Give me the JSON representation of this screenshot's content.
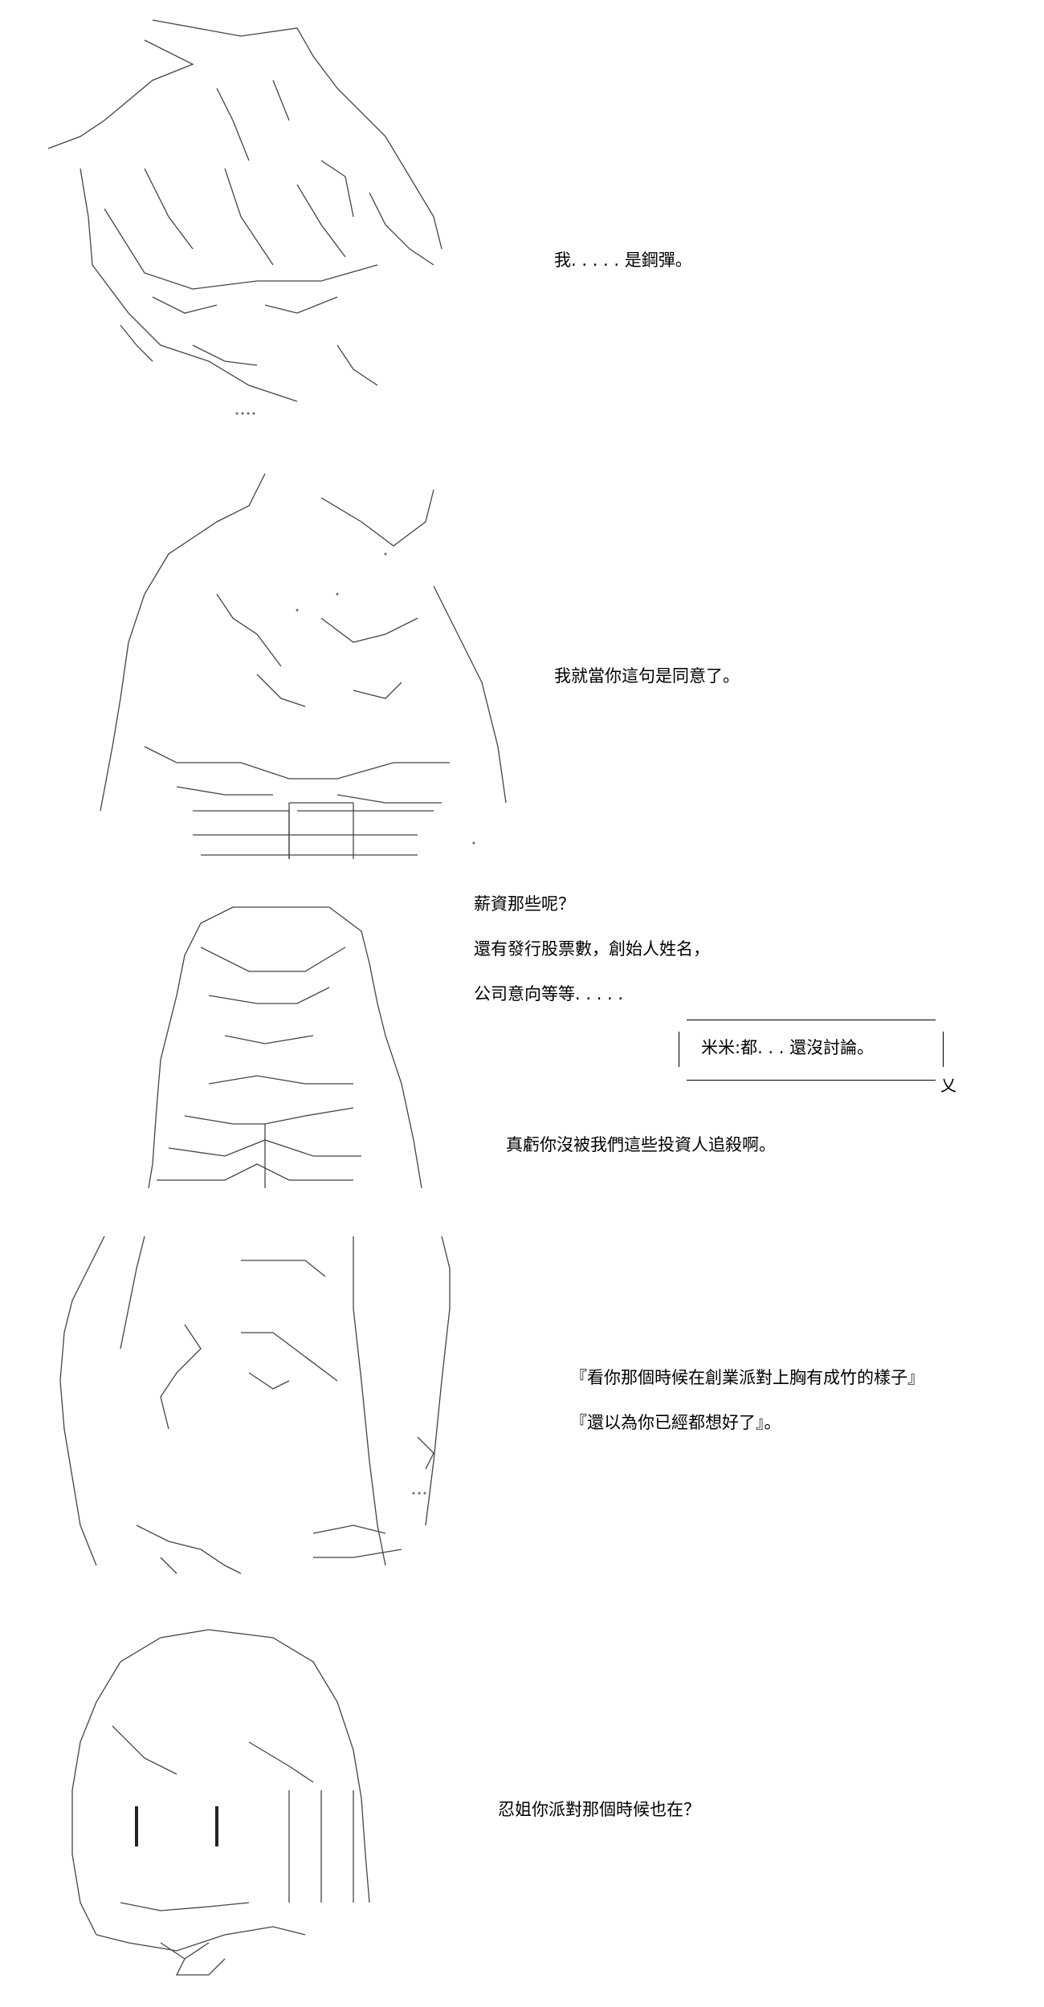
{
  "panels": [
    {
      "character": "Guy on the left",
      "lines": [
        "我. . . . . 是鋼彈。"
      ]
    },
    {
      "character": "Long-haired girl",
      "lines": [
        "我就當你這句是同意了。"
      ]
    },
    {
      "character": "Boy in suit",
      "lines": [
        "薪資那些呢？",
        "還有發行股票數，創始人姓名，",
        "公司意向等等. . . . ."
      ],
      "bubble": "米米:都. . . 還沒討論。",
      "after": "真虧你沒被我們這些投資人追殺啊。"
    },
    {
      "character": "Pair with long hair",
      "lines": [
        "『看你那個時候在創業派對上胸有成竹的樣子』",
        "『還以為你已經都想好了』。"
      ]
    },
    {
      "character": "Eyes wide",
      "lines": [
        "忍姐你派對那個時候也在？"
      ]
    }
  ]
}
